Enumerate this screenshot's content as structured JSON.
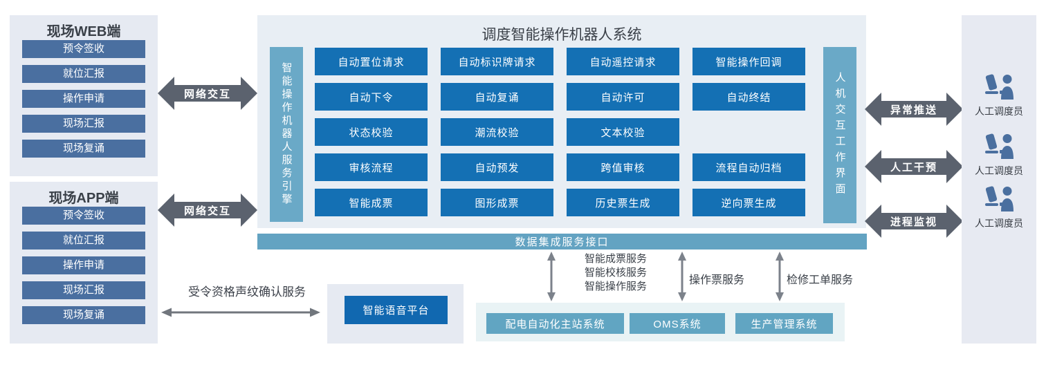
{
  "diagram": {
    "title": "调度智能操作机器人系统",
    "colors": {
      "module_blue": "#1470b4",
      "steel_blue": "#4a6fa0",
      "bar_teal": "#6aa9c7",
      "system_teal": "#61a5c2",
      "arrow_slate": "#5b626e",
      "thin_arrow_gray": "#7c828b",
      "panel_lavender": "#e6eaf2",
      "panel_light_blue": "#e8eef4",
      "panel_light_teal": "#e9f3f5"
    },
    "web_panel": {
      "title": "现场WEB端",
      "items": [
        "预令签收",
        "就位汇报",
        "操作申请",
        "现场汇报",
        "现场复诵"
      ]
    },
    "app_panel": {
      "title": "现场APP端",
      "items": [
        "预令签收",
        "就位汇报",
        "操作申请",
        "现场汇报",
        "现场复诵"
      ]
    },
    "network_label_web": "网络交互",
    "network_label_app": "网络交互",
    "engine_bar": "智能操作机器人服务引擎",
    "hmi_bar": "人机交互工作界面",
    "grid": [
      "自动置位请求",
      "自动标识牌请求",
      "自动遥控请求",
      "智能操作回调",
      "自动下令",
      "自动复诵",
      "自动许可",
      "自动终结",
      "状态校验",
      "潮流校验",
      "文本校验",
      "审核流程",
      "自动预发",
      "跨值审核",
      "流程自动归档",
      "智能成票",
      "图形成票",
      "历史票生成",
      "逆向票生成"
    ],
    "data_bar": "数据集成服务接口",
    "right_arrows": [
      "异常推送",
      "人工干预",
      "进程监视"
    ],
    "dispatchers": [
      "人工调度员",
      "人工调度员",
      "人工调度员"
    ],
    "voice_service_label": "受令资格声纹确认服务",
    "voice_platform": "智能语音平台",
    "service_left_lines": [
      "智能成票服务",
      "智能校核服务",
      "智能操作服务"
    ],
    "service_mid": "操作票服务",
    "service_right": "检修工单服务",
    "bottom_systems": [
      "配电自动化主站系统",
      "OMS系统",
      "生产管理系统"
    ]
  }
}
